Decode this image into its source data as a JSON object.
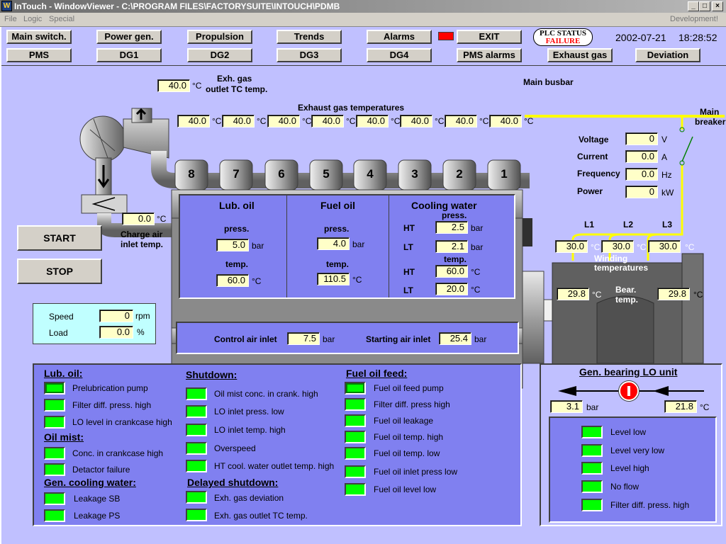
{
  "window": {
    "title": "InTouch - WindowViewer - C:\\PROGRAM FILES\\FACTORYSUITE\\INTOUCH\\PDMB",
    "min": "_",
    "max": "□",
    "close": "×"
  },
  "menu": {
    "file": "File",
    "logic": "Logic",
    "special": "Special",
    "development": "Development!"
  },
  "nav_row1": [
    "Main switch.",
    "Power gen.",
    "Propulsion",
    "Trends",
    "Alarms",
    "EXIT"
  ],
  "nav_row2": [
    "PMS",
    "DG1",
    "DG2",
    "DG3",
    "DG4",
    "PMS alarms",
    "Exhaust gas",
    "Deviation"
  ],
  "plc": {
    "line1": "PLC STATUS",
    "line2": "FAILURE",
    "color": "#ff0000"
  },
  "alarm_indicator_color": "#ff0000",
  "date": "2002-07-21",
  "time": "18:28:52",
  "exhaust": {
    "tc_outlet_label_1": "Exh. gas",
    "tc_outlet_label_2": "outlet TC temp.",
    "tc_outlet_value": "40.0",
    "tc_outlet_unit": "°C",
    "title": "Exhaust gas temperatures",
    "temps": [
      "40.0",
      "40.0",
      "40.0",
      "40.0",
      "40.0",
      "40.0",
      "40.0",
      "40.0"
    ],
    "unit": "°C",
    "cylinders": [
      "8",
      "7",
      "6",
      "5",
      "4",
      "3",
      "2",
      "1"
    ]
  },
  "charge_air": {
    "value": "0.0",
    "unit": "°C",
    "label_1": "Charge air",
    "label_2": "inlet temp."
  },
  "buttons": {
    "start": "START",
    "stop": "STOP"
  },
  "speed_load": {
    "speed_label": "Speed",
    "speed_value": "0",
    "speed_unit": "rpm",
    "load_label": "Load",
    "load_value": "0.0",
    "load_unit": "%"
  },
  "lub_oil": {
    "title": "Lub. oil",
    "press_label": "press.",
    "press_value": "5.0",
    "press_unit": "bar",
    "temp_label": "temp.",
    "temp_value": "60.0",
    "temp_unit": "°C"
  },
  "fuel_oil": {
    "title": "Fuel oil",
    "press_label": "press.",
    "press_value": "4.0",
    "press_unit": "bar",
    "temp_label": "temp.",
    "temp_value": "110.5",
    "temp_unit": "°C"
  },
  "cooling_water": {
    "title": "Cooling water",
    "press_label": "press.",
    "temp_label": "temp.",
    "ht_label": "HT",
    "lt_label": "LT",
    "ht_press": "2.5",
    "lt_press": "2.1",
    "press_unit": "bar",
    "ht_temp": "60.0",
    "lt_temp": "20.0",
    "temp_unit": "°C"
  },
  "air": {
    "control_label": "Control air inlet",
    "control_value": "7.5",
    "control_unit": "bar",
    "starting_label": "Starting air inlet",
    "starting_value": "25.4",
    "starting_unit": "bar"
  },
  "busbar": {
    "label": "Main busbar",
    "breaker_1": "Main",
    "breaker_2": "breaker"
  },
  "generator": {
    "voltage_label": "Voltage",
    "voltage": "0",
    "voltage_unit": "V",
    "current_label": "Current",
    "current": "0.0",
    "current_unit": "A",
    "frequency_label": "Frequency",
    "frequency": "0.0",
    "frequency_unit": "Hz",
    "power_label": "Power",
    "power": "0",
    "power_unit": "kW",
    "phases": [
      "L1",
      "L2",
      "L3"
    ],
    "winding_temps": [
      "30.0",
      "30.0",
      "30.0"
    ],
    "winding_unit": "°C",
    "winding_label_1": "Winding",
    "winding_label_2": "temperatures",
    "bear_temps": [
      "29.8",
      "29.8"
    ],
    "bear_unit": "°C",
    "bear_label_1": "Bear.",
    "bear_label_2": "temp."
  },
  "alarms": {
    "lub_oil": {
      "title": "Lub. oil:",
      "items": [
        "Prelubrication pump",
        "Filter diff. press. high",
        "LO level in crankcase high"
      ]
    },
    "oil_mist": {
      "title": "Oil mist:",
      "items": [
        "Conc. in crankcase high",
        "Detactor failure"
      ]
    },
    "gen_cooling": {
      "title": "Gen. cooling water:",
      "items": [
        "Leakage SB",
        "Leakage PS"
      ]
    },
    "shutdown": {
      "title": "Shutdown:",
      "items": [
        "Oil mist conc. in crank. high",
        "LO inlet press. low",
        "LO inlet temp. high",
        "Overspeed",
        "HT cool. water outlet temp. high"
      ]
    },
    "delayed": {
      "title": "Delayed shutdown:",
      "items": [
        "Exh. gas deviation",
        "Exh. gas outlet TC temp."
      ]
    },
    "fuel_feed": {
      "title": "Fuel oil feed:",
      "items": [
        "Fuel oil feed pump",
        "Filter diff. press high",
        "Fuel oil leakage",
        "Fuel oil temp. high",
        "Fuel oil temp. low",
        "Fuel oil inlet press low",
        "Fuel oil level low"
      ]
    }
  },
  "bearing_unit": {
    "title": "Gen. bearing LO unit",
    "press": "3.1",
    "press_unit": "bar",
    "temp": "21.8",
    "temp_unit": "°C",
    "items": [
      "Level low",
      "Level very low",
      "Level high",
      "No flow",
      "Filter diff. press. high"
    ]
  },
  "colors": {
    "led_on": "#00ff00",
    "panel": "#8080f0",
    "background": "#c0c0ff",
    "value_box": "#ffffc8",
    "busbar": "#ffff00"
  }
}
